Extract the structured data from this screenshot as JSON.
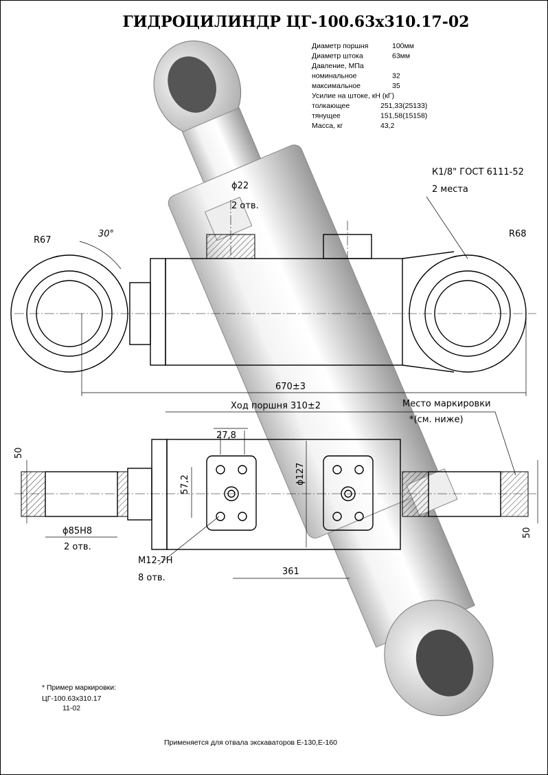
{
  "title": "ГИДРОЦИЛИНДР  ЦГ-100.63х310.17-02",
  "specs": [
    {
      "label": "Диаметр поршня",
      "value": "100мм"
    },
    {
      "label": "Диаметр штока",
      "value": "63мм"
    },
    {
      "label": "Давление, МПа",
      "value": ""
    },
    {
      "label": "номинальное",
      "value": "32"
    },
    {
      "label": "максимальное",
      "value": "35"
    },
    {
      "label": "Усилие на штоке, кН (кГ)",
      "value": ""
    },
    {
      "label": "толкающее",
      "value": "251,33(25133)"
    },
    {
      "label": "тянущее",
      "value": "151,58(15158)"
    },
    {
      "label": "Масса, кг",
      "value": "43,2"
    }
  ],
  "dims": {
    "port_thread": "К1/8\" ГОСТ 6111-52",
    "port_count": "2 места",
    "hole_dia": "ϕ22",
    "hole_count": "2 отв.",
    "radius_left": "R67",
    "radius_right": "R68",
    "angle": "30°",
    "length": "670±3",
    "stroke": "Ход поршня 310±2",
    "marking_place": "Место маркировки",
    "marking_ref": "*(см. ниже)",
    "width_27": "27,8",
    "height_57": "57,2",
    "body_dia": "ϕ127",
    "eye_width_top": "50",
    "eye_width_bottom": "50",
    "bore": "ϕ85Н8",
    "bore_count": "2 отв.",
    "thread": "М12-7Н",
    "thread_count": "8 отв.",
    "spacing": "361"
  },
  "marking_example": {
    "heading": "* Пример маркировки:",
    "line1": "ЦГ-100.63х310.17",
    "line2": "11-02"
  },
  "footer": "Применяется для отвала экскаваторов Е-130,Е-160"
}
